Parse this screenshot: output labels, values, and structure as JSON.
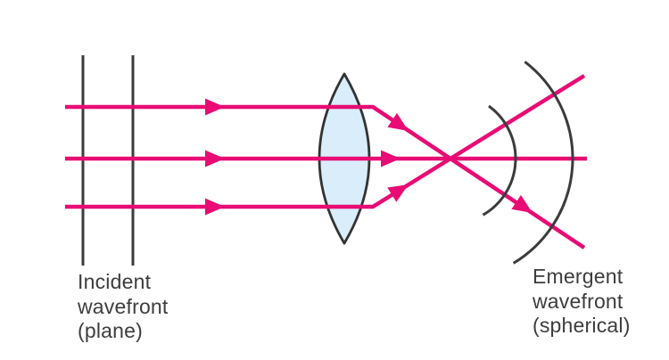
{
  "title": "Plane wavefront refracted by a converging lens",
  "labels": {
    "incident": {
      "lines": [
        "Incident",
        "wavefront",
        "(plane)"
      ]
    },
    "emergent": {
      "lines": [
        "Emergent",
        "wavefront",
        "(spherical)"
      ]
    }
  },
  "elements": {
    "incident_wavefront_count": 2,
    "incident_wavefront_shape": "plane (vertical lines)",
    "ray_count": 3,
    "lens_type": "biconvex converging lens",
    "emergent_wavefront_count": 2,
    "emergent_wavefront_shape": "spherical (arcs centered on focal point)",
    "ray_behavior": "parallel rays converge through focal point then diverge"
  },
  "colors": {
    "ray": "#e80c74",
    "wavefront_line": "#3b3b3b",
    "lens_fill": "#d9edfa",
    "lens_stroke": "#333333",
    "text": "#3d3d3d",
    "background": "#ffffff"
  }
}
